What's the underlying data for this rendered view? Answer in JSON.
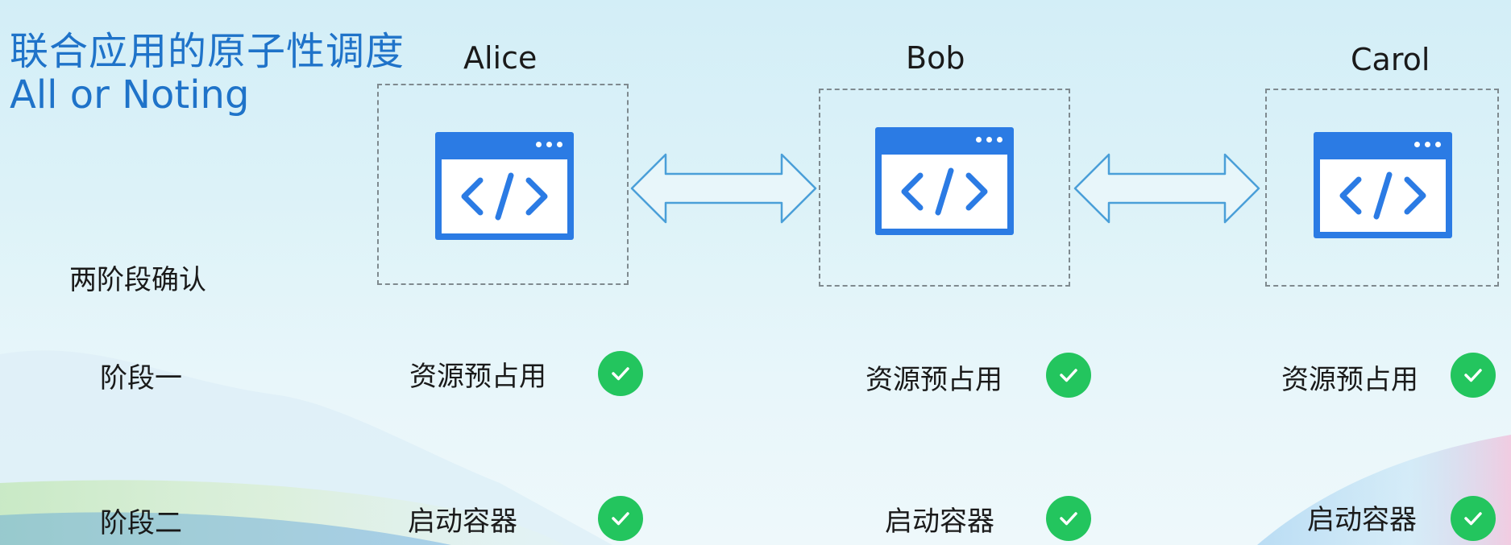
{
  "title": {
    "cn": "联合应用的原子性调度",
    "en": "All or Noting"
  },
  "nodes": [
    {
      "name": "Alice",
      "icon": "code-window-icon"
    },
    {
      "name": "Bob",
      "icon": "code-window-icon"
    },
    {
      "name": "Carol",
      "icon": "code-window-icon"
    }
  ],
  "two_phase": {
    "label": "两阶段确认"
  },
  "stages": [
    {
      "label": "阶段一",
      "status": [
        "资源预占用",
        "资源预占用",
        "资源预占用"
      ]
    },
    {
      "label": "阶段二",
      "status": [
        "启动容器",
        "启动容器",
        "启动容器"
      ]
    }
  ],
  "colors": {
    "title": "#1f73c9",
    "window": "#2b7be4",
    "check": "#23c55e",
    "arrow": "#4a9fd8"
  }
}
